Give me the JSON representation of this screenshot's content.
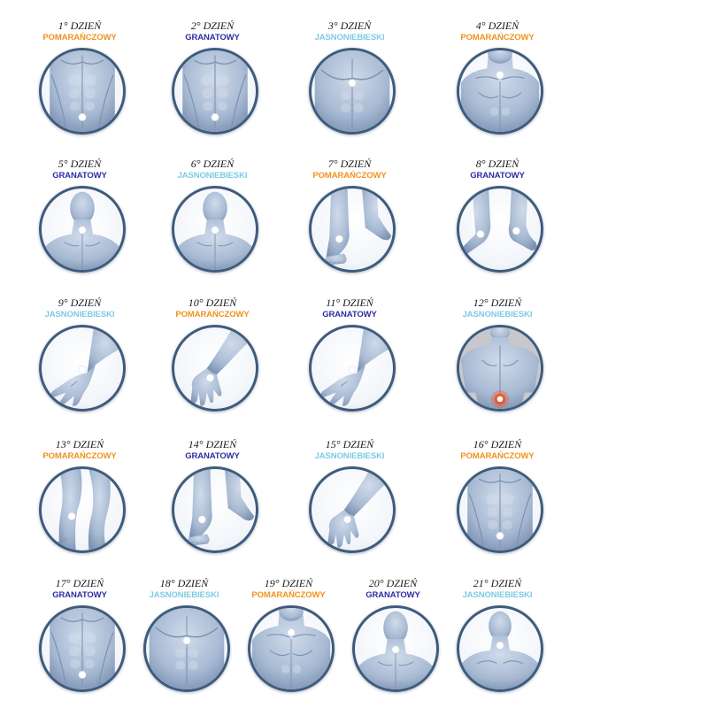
{
  "palette": {
    "POMARAŃCZOWY": "#f0921d",
    "GRANATOWY": "#2e2ea3",
    "JASNONIEBIESKI": "#7ccbe3"
  },
  "days": [
    {
      "day": "1° DZIEŃ",
      "color": "POMARAŃCZOWY",
      "image": "abdomen-navel-point-icon"
    },
    {
      "day": "2° DZIEŃ",
      "color": "GRANATOWY",
      "image": "abdomen-navel-point-icon"
    },
    {
      "day": "3° DZIEŃ",
      "color": "JASNONIEBIESKI",
      "image": "chest-sternum-point-icon"
    },
    {
      "day": "4° DZIEŃ",
      "color": "POMARAŃCZOWY",
      "image": "upper-chest-throat-point-icon"
    },
    {
      "day": "5° DZIEŃ",
      "color": "GRANATOWY",
      "image": "back-neck-point-icon"
    },
    {
      "day": "6° DZIEŃ",
      "color": "JASNONIEBIESKI",
      "image": "back-neck-point-icon"
    },
    {
      "day": "7° DZIEŃ",
      "color": "POMARAŃCZOWY",
      "image": "foot-ankle-point-icon"
    },
    {
      "day": "8° DZIEŃ",
      "color": "GRANATOWY",
      "image": "feet-ankles-point-icon"
    },
    {
      "day": "9° DZIEŃ",
      "color": "JASNONIEBIESKI",
      "image": "hand-wrist-point-icon"
    },
    {
      "day": "10° DZIEŃ",
      "color": "POMARAŃCZOWY",
      "image": "arm-palm-point-icon"
    },
    {
      "day": "11° DZIEŃ",
      "color": "GRANATOWY",
      "image": "hand-wrist-point-icon"
    },
    {
      "day": "12° DZIEŃ",
      "color": "JASNONIEBIESKI",
      "image": "lower-back-glow-point-icon"
    },
    {
      "day": "13° DZIEŃ",
      "color": "POMARAŃCZOWY",
      "image": "leg-calf-point-icon"
    },
    {
      "day": "14° DZIEŃ",
      "color": "GRANATOWY",
      "image": "foot-ankle-point-icon"
    },
    {
      "day": "15° DZIEŃ",
      "color": "JASNONIEBIESKI",
      "image": "arm-palm-point-icon"
    },
    {
      "day": "16° DZIEŃ",
      "color": "POMARAŃCZOWY",
      "image": "abdomen-navel-point-icon"
    },
    {
      "day": "17° DZIEŃ",
      "color": "GRANATOWY",
      "image": "abdomen-navel-point-icon"
    },
    {
      "day": "18° DZIEŃ",
      "color": "JASNONIEBIESKI",
      "image": "chest-sternum-point-icon"
    },
    {
      "day": "19° DZIEŃ",
      "color": "POMARAŃCZOWY",
      "image": "upper-chest-throat-point-icon"
    },
    {
      "day": "20° DZIEŃ",
      "color": "GRANATOWY",
      "image": "back-neck-point-icon"
    },
    {
      "day": "21° DZIEŃ",
      "color": "JASNONIEBIESKI",
      "image": "shoulders-neck-point-icon"
    }
  ]
}
